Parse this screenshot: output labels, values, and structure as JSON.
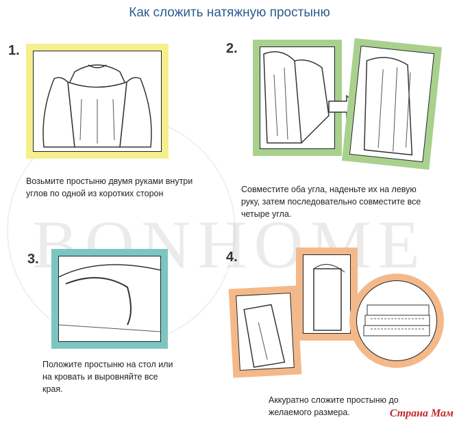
{
  "title": "Как сложить натяжную простыню",
  "steps": [
    {
      "number": "1.",
      "caption_lines": [
        "Возьмите простыню двумя руками внутри",
        "углов по одной из коротких сторон"
      ],
      "frame_color": "#f5ef8d"
    },
    {
      "number": "2.",
      "caption_lines": [
        "Совместите оба угла, наденьте их на левую",
        "руку, затем последовательно совместите все",
        "четыре угла."
      ],
      "frame_color": "#a9d18e"
    },
    {
      "number": "3.",
      "caption_lines": [
        "Положите простыню на стол или",
        "на кровать и выровняйте все",
        "края."
      ],
      "frame_color": "#7cc5c1"
    },
    {
      "number": "4.",
      "caption_lines": [
        "Аккуратно сложите простыню до",
        "желаемого размера."
      ],
      "frame_color": "#f4b98a"
    }
  ],
  "watermark": "BONHOME",
  "logo": "Страна Мам"
}
